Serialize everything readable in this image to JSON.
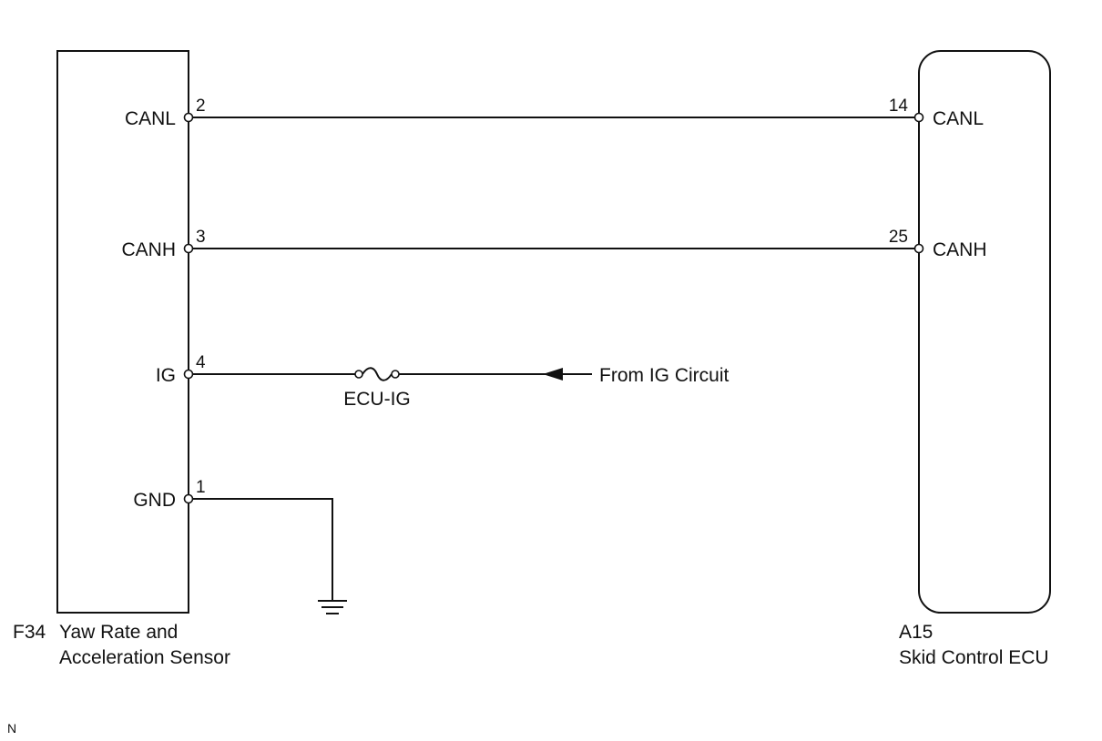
{
  "left_component": {
    "code": "F34",
    "name_line1": "Yaw Rate and",
    "name_line2": "Acceleration Sensor",
    "pins": [
      {
        "label": "CANL",
        "number": "2"
      },
      {
        "label": "CANH",
        "number": "3"
      },
      {
        "label": "IG",
        "number": "4"
      },
      {
        "label": "GND",
        "number": "1"
      }
    ]
  },
  "right_component": {
    "code": "A15",
    "name": "Skid Control ECU",
    "pins": [
      {
        "label": "CANL",
        "number": "14"
      },
      {
        "label": "CANH",
        "number": "25"
      }
    ]
  },
  "fuse": {
    "label": "ECU-IG"
  },
  "source": {
    "label": "From IG Circuit"
  },
  "corner_mark": "N"
}
